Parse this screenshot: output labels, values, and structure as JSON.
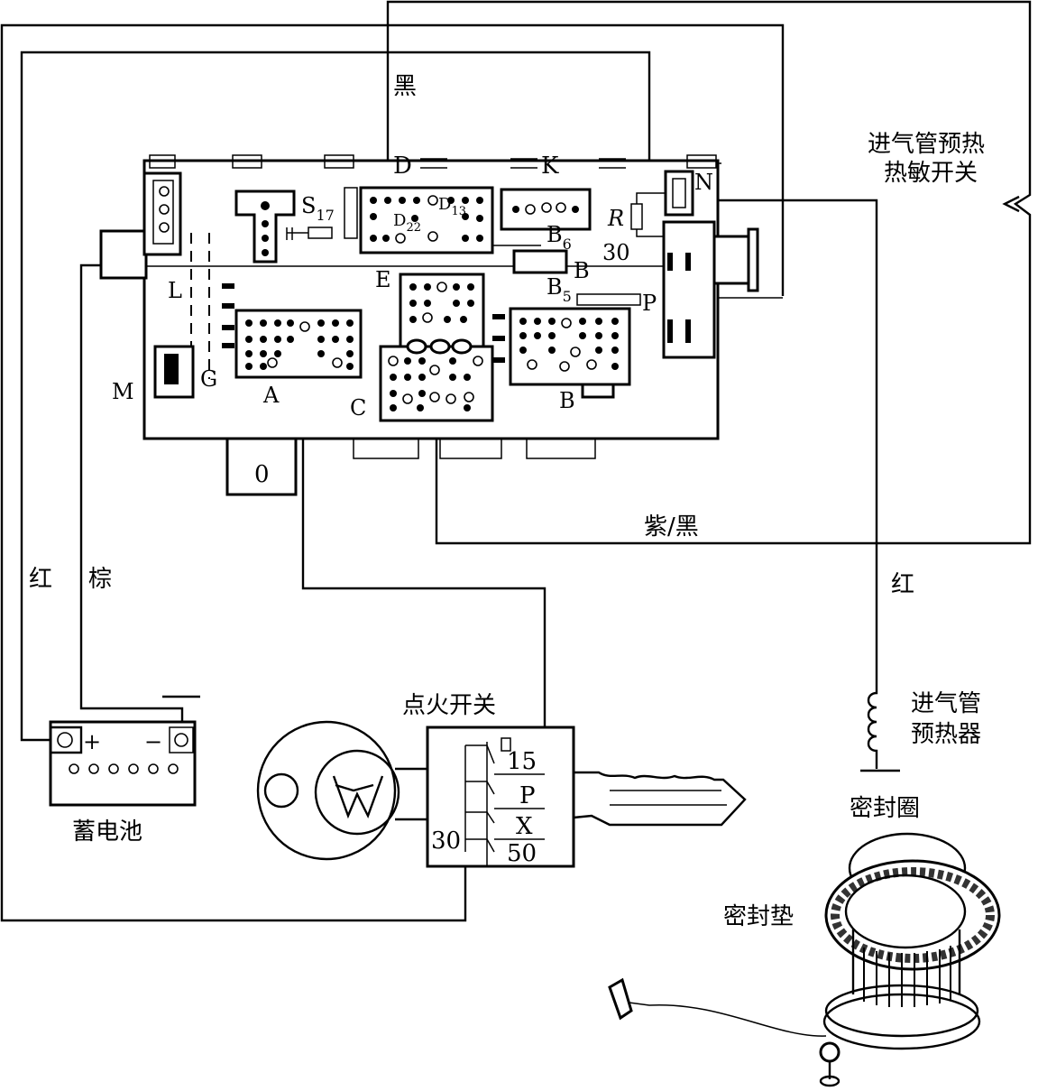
{
  "wire_labels": {
    "black": "黑",
    "purple_black": "紫/黑",
    "red_left": "红",
    "brown": "棕",
    "red_right": "红"
  },
  "components": {
    "thermo_switch": [
      "进气管预热",
      "热敏开关"
    ],
    "preheater": [
      "进气管",
      "预热器"
    ],
    "ignition_switch": "点火开关",
    "battery": "蓄电池",
    "seal_ring": "密封圈",
    "gasket": "密封垫"
  },
  "relay_box_labels": {
    "D": "D",
    "K": "K",
    "N": "N",
    "R": "R",
    "t30": "30",
    "P": "P",
    "E": "E",
    "L": "L",
    "M": "M",
    "G": "G",
    "A": "A",
    "B": "B",
    "C": "C",
    "S17_main": "S",
    "S17_sub": "17",
    "D22_main": "D",
    "D22_sub": "22",
    "D13_main": "D",
    "D13_sub": "13",
    "B6_main": "B",
    "B6_sub": "6",
    "B5_main": "B",
    "B5_sub": "5",
    "B_plain": "B",
    "zero": "0"
  },
  "battery_labels": {
    "plus": "+",
    "minus": "−"
  },
  "ignition_terminals": {
    "t15": "15",
    "tP": "P",
    "tX": "X",
    "t50": "50",
    "t30": "30"
  }
}
